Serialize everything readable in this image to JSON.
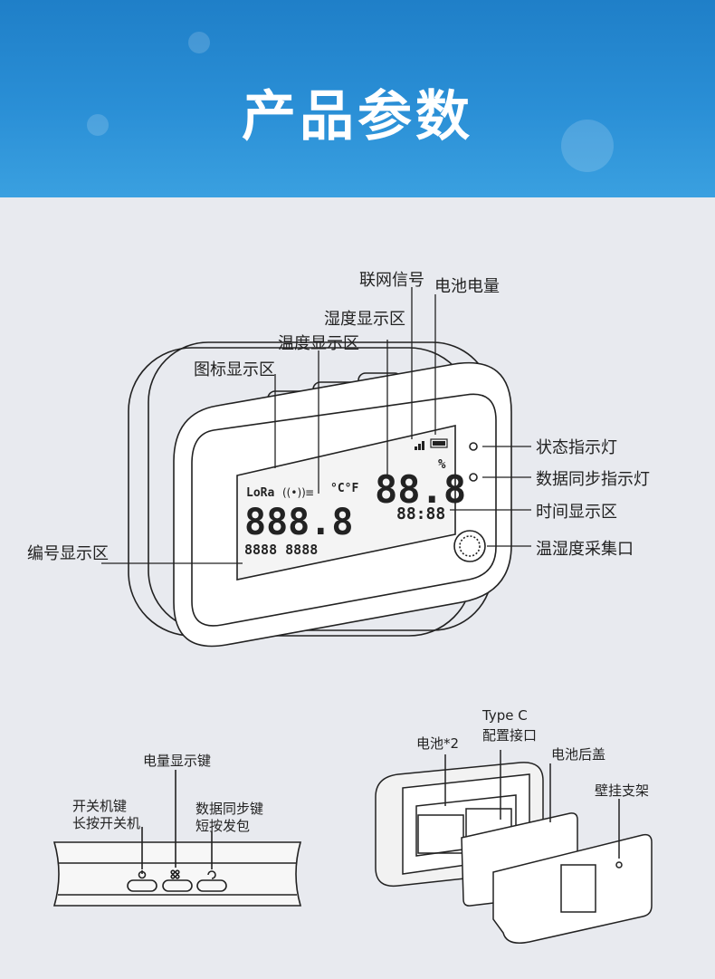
{
  "header": {
    "title": "产品参数"
  },
  "front_view": {
    "labels": {
      "network_signal": "联网信号",
      "battery_level": "电池电量",
      "humidity_area": "湿度显示区",
      "temperature_area": "温度显示区",
      "icon_area": "图标显示区",
      "status_light": "状态指示灯",
      "sync_light": "数据同步指示灯",
      "time_area": "时间显示区",
      "sensor_port": "温湿度采集口",
      "id_area": "编号显示区"
    },
    "lcd": {
      "lora": "LoRa",
      "temperature": "888.8",
      "temp_unit": "°C°F",
      "humidity": "88.8",
      "humidity_unit": "%",
      "time": "88:88",
      "id_number": "8888 8888"
    }
  },
  "side_view": {
    "power_key": "开关机键",
    "power_hint": "长按开关机",
    "battery_key": "电量显示键",
    "sync_key": "数据同步键",
    "sync_hint": "短按发包"
  },
  "back_view": {
    "battery": "电池*2",
    "type_c": "Type C",
    "config_port": "配置接口",
    "battery_cover": "电池后盖",
    "wall_mount": "壁挂支架"
  }
}
